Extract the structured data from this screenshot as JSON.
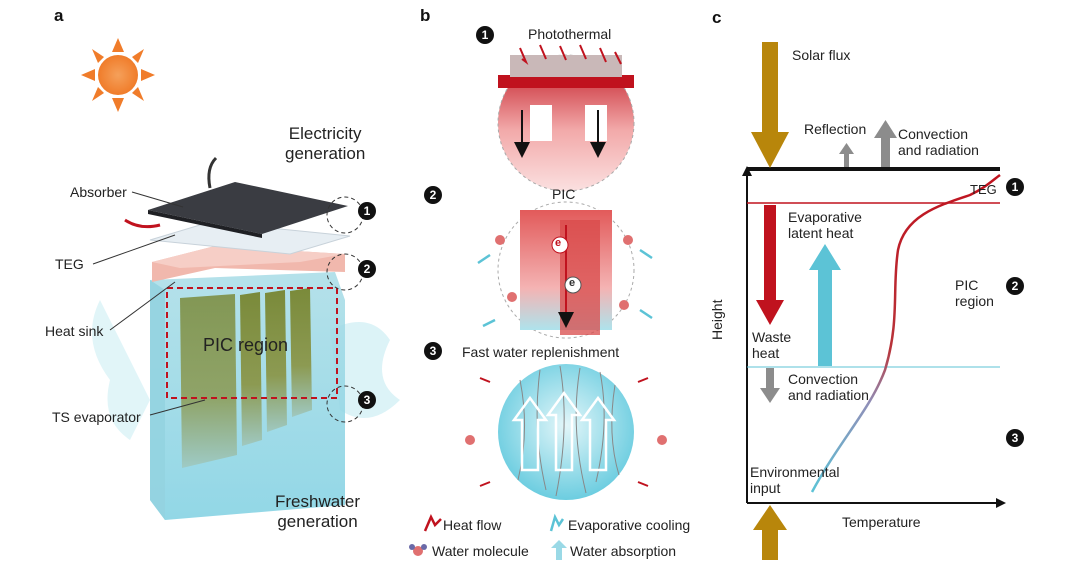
{
  "panels": {
    "a": "a",
    "b": "b",
    "c": "c"
  },
  "panel_a": {
    "top_label": "Electricity\ngeneration",
    "bottom_label": "Freshwater\ngeneration",
    "absorber": "Absorber",
    "teg": "TEG",
    "heat_sink": "Heat sink",
    "pic_region": "PIC region",
    "ts_evaporator": "TS evaporator",
    "markers": [
      "1",
      "2",
      "3"
    ]
  },
  "panel_b": {
    "markers": [
      "1",
      "2",
      "3"
    ],
    "photothermal": "Photothermal",
    "pic": "PIC",
    "fast_water": "Fast water replenishment",
    "electron": "e",
    "legend": {
      "heat_flow": "Heat flow",
      "evaporative_cooling": "Evaporative cooling",
      "water_molecule": "Water molecule",
      "water_absorption": "Water absorption"
    }
  },
  "panel_c": {
    "solar_flux": "Solar flux",
    "reflection": "Reflection",
    "convection_top": "Convection\nand radiation",
    "teg": "TEG",
    "evaporative_latent": "Evaporative\nlatent heat",
    "pic_region": "PIC\nregion",
    "waste_heat": "Waste\nheat",
    "convection_bottom": "Convection\nand radiation",
    "environmental_input": "Environmental\ninput",
    "y_axis": "Height",
    "x_axis": "Temperature",
    "markers": [
      "1",
      "2",
      "3"
    ]
  },
  "colors": {
    "solar": "#b8860b",
    "heat_red": "#c0121e",
    "cyan": "#5cc3d6",
    "grey": "#8c8c8c",
    "absorber": "#3a3c42",
    "heatsink": "#f1b8ad"
  }
}
